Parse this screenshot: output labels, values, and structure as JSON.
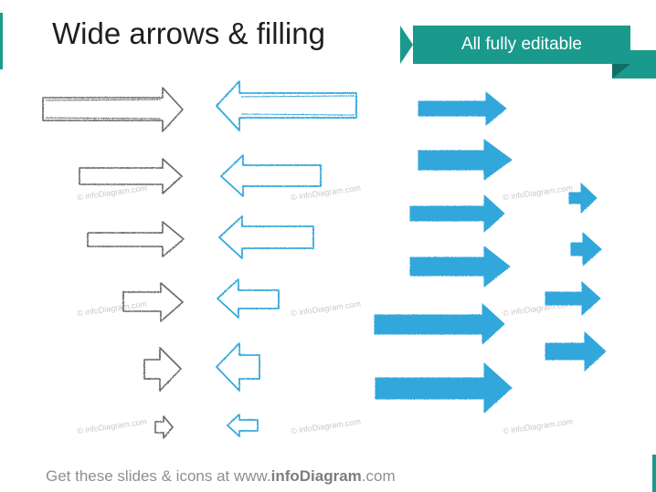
{
  "header": {
    "title": "Wide arrows & filling",
    "banner_label": "All fully editable"
  },
  "watermark": {
    "text": "© infoDiagram.com"
  },
  "footer": {
    "prefix": "Get these slides & icons at www.",
    "brand": "infoDiagram",
    "suffix": ".com"
  },
  "colors": {
    "accent": "#1a9a8c",
    "blue": "#33a7dc",
    "gray": "#666666"
  }
}
